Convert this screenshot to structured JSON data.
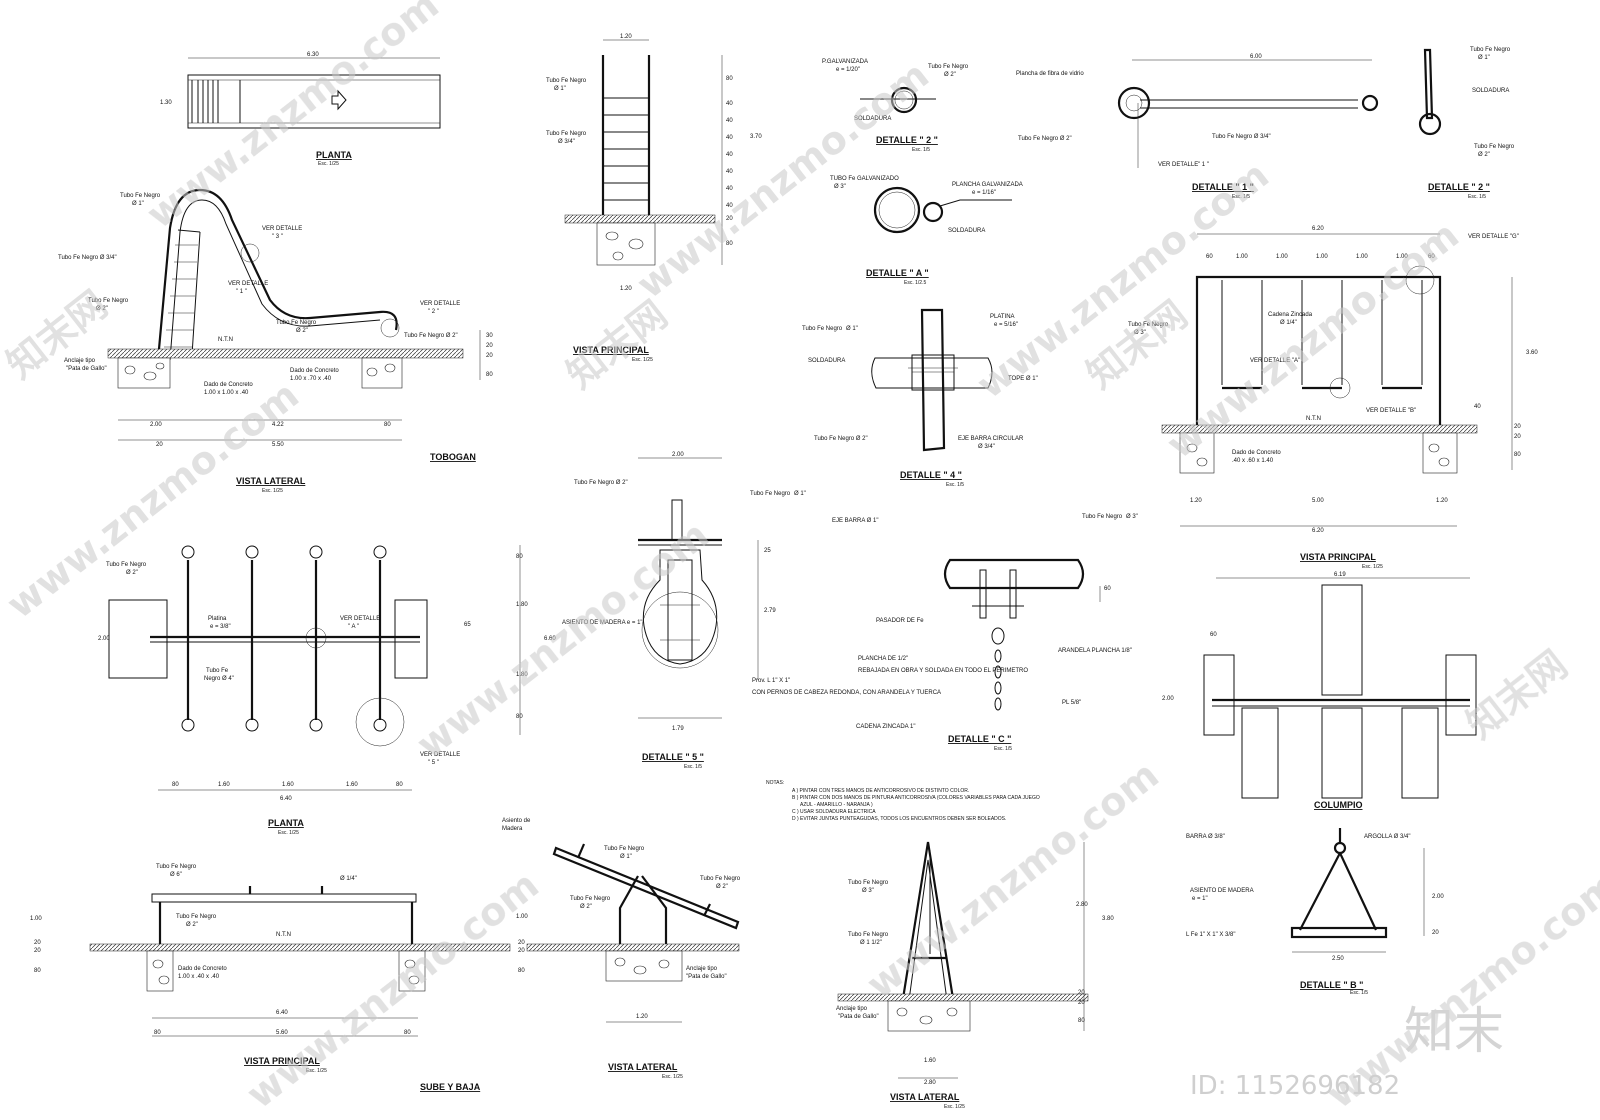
{
  "titles": {
    "planta_tobogan": "PLANTA",
    "vista_lateral_tobogan": "VISTA LATERAL",
    "tobogan": "TOBOGAN",
    "vista_principal_escalera": "VISTA PRINCIPAL",
    "detalle2a": "DETALLE \" 2 \"",
    "detalleA": "DETALLE \" A \"",
    "detalle4": "DETALLE \" 4 \"",
    "detalle5": "DETALLE \" 5 \"",
    "detalleC": "DETALLE \" C \"",
    "detalle1": "DETALLE \" 1 \"",
    "detalle2b": "DETALLE \" 2 \"",
    "vista_principal_columpio": "VISTA PRINCIPAL",
    "columpio": "COLUMPIO",
    "planta_sube": "PLANTA",
    "vista_principal_sube": "VISTA PRINCIPAL",
    "sube_y_baja": "SUBE Y BAJA",
    "vista_lateral_sube": "VISTA LATERAL",
    "vista_lateral_columpio": "VISTA LATERAL",
    "detalleB": "DETALLE \" B \""
  },
  "scales": {
    "e125": "Esc. 1/25",
    "e15": "Esc. 1/5",
    "e125b": "Esc. 1/2.5"
  },
  "labels": {
    "tubo_negro_1": "Tubo Fe Negro",
    "o1": "Ø 1\"",
    "o34": "Ø 3/4\"",
    "o2": "Ø 2\"",
    "o3": "Ø 3\"",
    "tubo_negro_34": "Tubo Fe Negro Ø 3/4\"",
    "tubo_negro_2": "Tubo Fe Negro Ø 2\"",
    "ver_detalle": "VER DETALLE",
    "d3": "\" 3 \"",
    "d1": "\" 1 \"",
    "d2": "\" 2 \"",
    "d5": "\" 5 \"",
    "dA": "\" A \"",
    "ntn": "N.T.N",
    "anclaje": "Anclaje tipo",
    "pata": "\"Pata de Gallo\"",
    "dado": "Dado de Concreto",
    "dado_a": "1.00 x .70 x .40",
    "dado_b": "1.00 x 1.00 x .40",
    "dado_c": ".40 x .60 x 1.40",
    "dado_d": "1.00 x .40 x .40",
    "pgalv": "P.GALVANIZADA",
    "e120": "e = 1/20\"",
    "soldadura": "SOLDADURA",
    "tubo_galv": "TUBO Fe GALVANIZADO",
    "plancha_galv": "PLANCHA GALVANIZADA",
    "e116": "e = 1/16\"",
    "platina": "PLATINA",
    "e516": "e = 5/16\"",
    "tope": "TOPE Ø 1\"",
    "eje": "EJE BARRA CIRCULAR",
    "fibra": "Plancha de fibra de vidrio",
    "asiento": "ASIENTO DE MADERA e = 1\"",
    "pernos": "CON PERNOS DE CABEZA REDONDA, CON ARANDELA Y TUERCA",
    "prov": "Prov. L 1\" X 1\"",
    "eje_barra": "EJE BARRA Ø 1\"",
    "pasador": "PASADOR DE Fe",
    "plancha12": "PLANCHA DE 1/2\"",
    "rebajada": "REBAJADA EN OBRA Y SOLDADA EN TODO EL PERIMETRO",
    "arandela": "ARANDELA PLANCHA 1/8\"",
    "pl58": "PL 5/8\"",
    "cadena": "CADENA ZINCADA 1\"",
    "cadena_zinc": "Cadena Zincada",
    "o14": "Ø 1/4\"",
    "barra38": "BARRA Ø 3/8\"",
    "argolla": "ARGOLLA Ø 3/4\"",
    "asiento_mad": "ASIENTO DE MADERA",
    "e1": "e = 1\"",
    "lfe": "L Fe 1\" X 1\" X 3/8\"",
    "tubo_negro": "Tubo Fe Negro",
    "tubo_fe": "Tubo Fe",
    "negro4": "Negro Ø 4\"",
    "platina_b": "Platina",
    "o6": "Ø 6\"",
    "o112": "Ø 1 1/2\"",
    "e38": "e = 3/8\"",
    "asiento_de": "Asiento de",
    "madera": "Madera",
    "va": "VER DETALLE \"A\"",
    "vb": "VER DETALLE \"B\"",
    "vg": "VER DETALLE \"G\""
  },
  "dims": {
    "a630": "6.30",
    "a130": "1.30",
    "a80": "80",
    "a20": "20",
    "a30": "30",
    "a40": "40",
    "a200": "2.00",
    "a120": "1.20",
    "a370": "3.70",
    "a422": "4.22",
    "a550": "5.50",
    "a100": "1.00",
    "a60": "60",
    "a620": "6.20",
    "a500": "5.00",
    "a360": "3.60",
    "a160": "1.60",
    "a640": "6.40",
    "a180": "1.80",
    "a279": "2.79",
    "a179": "1.79",
    "a25": "25",
    "a619": "6.19",
    "a250": "2.50",
    "a560": "5.60",
    "a280": "2.80",
    "a380": "3.80",
    "a660": "6.60",
    "a65": "65"
  },
  "notes": {
    "head": "NOTAS:",
    "a": "A ) PINTAR CON TRES MANOS DE ANTICORROSIVO DE DISTINTO COLOR.",
    "b": "B ) PINTAR CON DOS MANOS DE PINTURA ANTICORROSIVA (COLORES VARIABLES PARA CADA JUEGO",
    "b2": "AZUL - AMARILLO - NARANJA )",
    "c": "C ) USAR SOLDADURA ELECTRICA",
    "d": "D ) EVITAR JUNTAS PUNTEAGUDAS, TODOS LOS ENCUENTROS DEBEN SER BOLEADOS."
  },
  "watermark": {
    "site": "www.znzmo.com",
    "logo": "知末",
    "id": "ID: 1152696182",
    "cn": "知末网"
  },
  "colors": {
    "line": "#111111",
    "watermark": "#c9c9c9"
  }
}
